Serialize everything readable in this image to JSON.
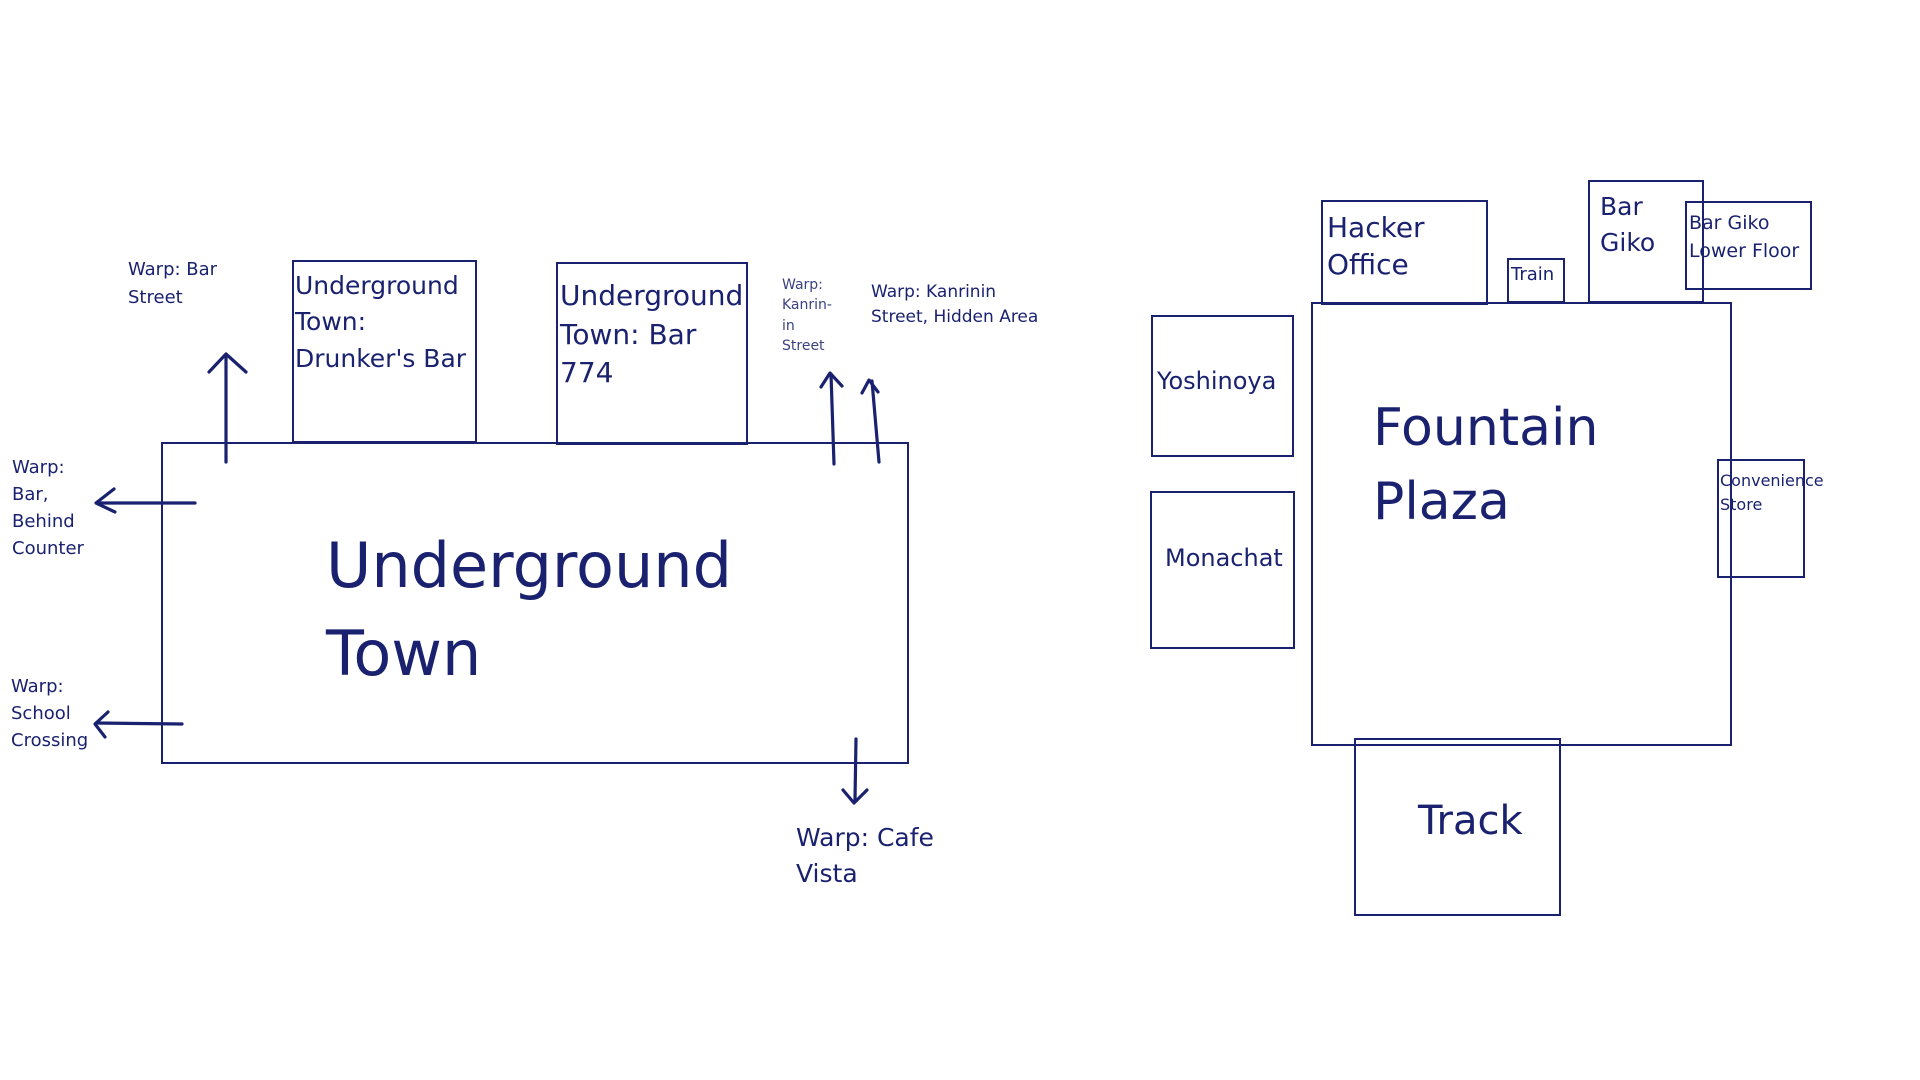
{
  "colors": {
    "ink": "#1a2270",
    "background": "#ffffff"
  },
  "underground": {
    "main": "Underground\nTown",
    "drunkers_bar": "Underground\nTown:\nDrunker's Bar",
    "bar_774": "Underground\nTown: Bar\n774",
    "warps": {
      "bar_street": "Warp: Bar\nStreet",
      "bar_behind_counter": "Warp:\nBar,\nBehind\nCounter",
      "school_crossing": "Warp:\nSchool\nCrossing",
      "kanrinin_street": "Warp:\nKanrin-\nin\nStreet",
      "kanrinin_hidden": "Warp: Kanrinin\nStreet, Hidden Area",
      "cafe_vista": "Warp: Cafe\nVista"
    }
  },
  "plaza": {
    "main": "Fountain\nPlaza",
    "hacker_office": "Hacker\nOffice",
    "train": "Train",
    "bar_giko": "Bar\nGiko",
    "bar_giko_lower": "Bar Giko\nLower Floor",
    "yoshinoya": "Yoshinoya",
    "monachat": "Monachat",
    "convenience_store": "Convenience\nStore",
    "track": "Track"
  }
}
